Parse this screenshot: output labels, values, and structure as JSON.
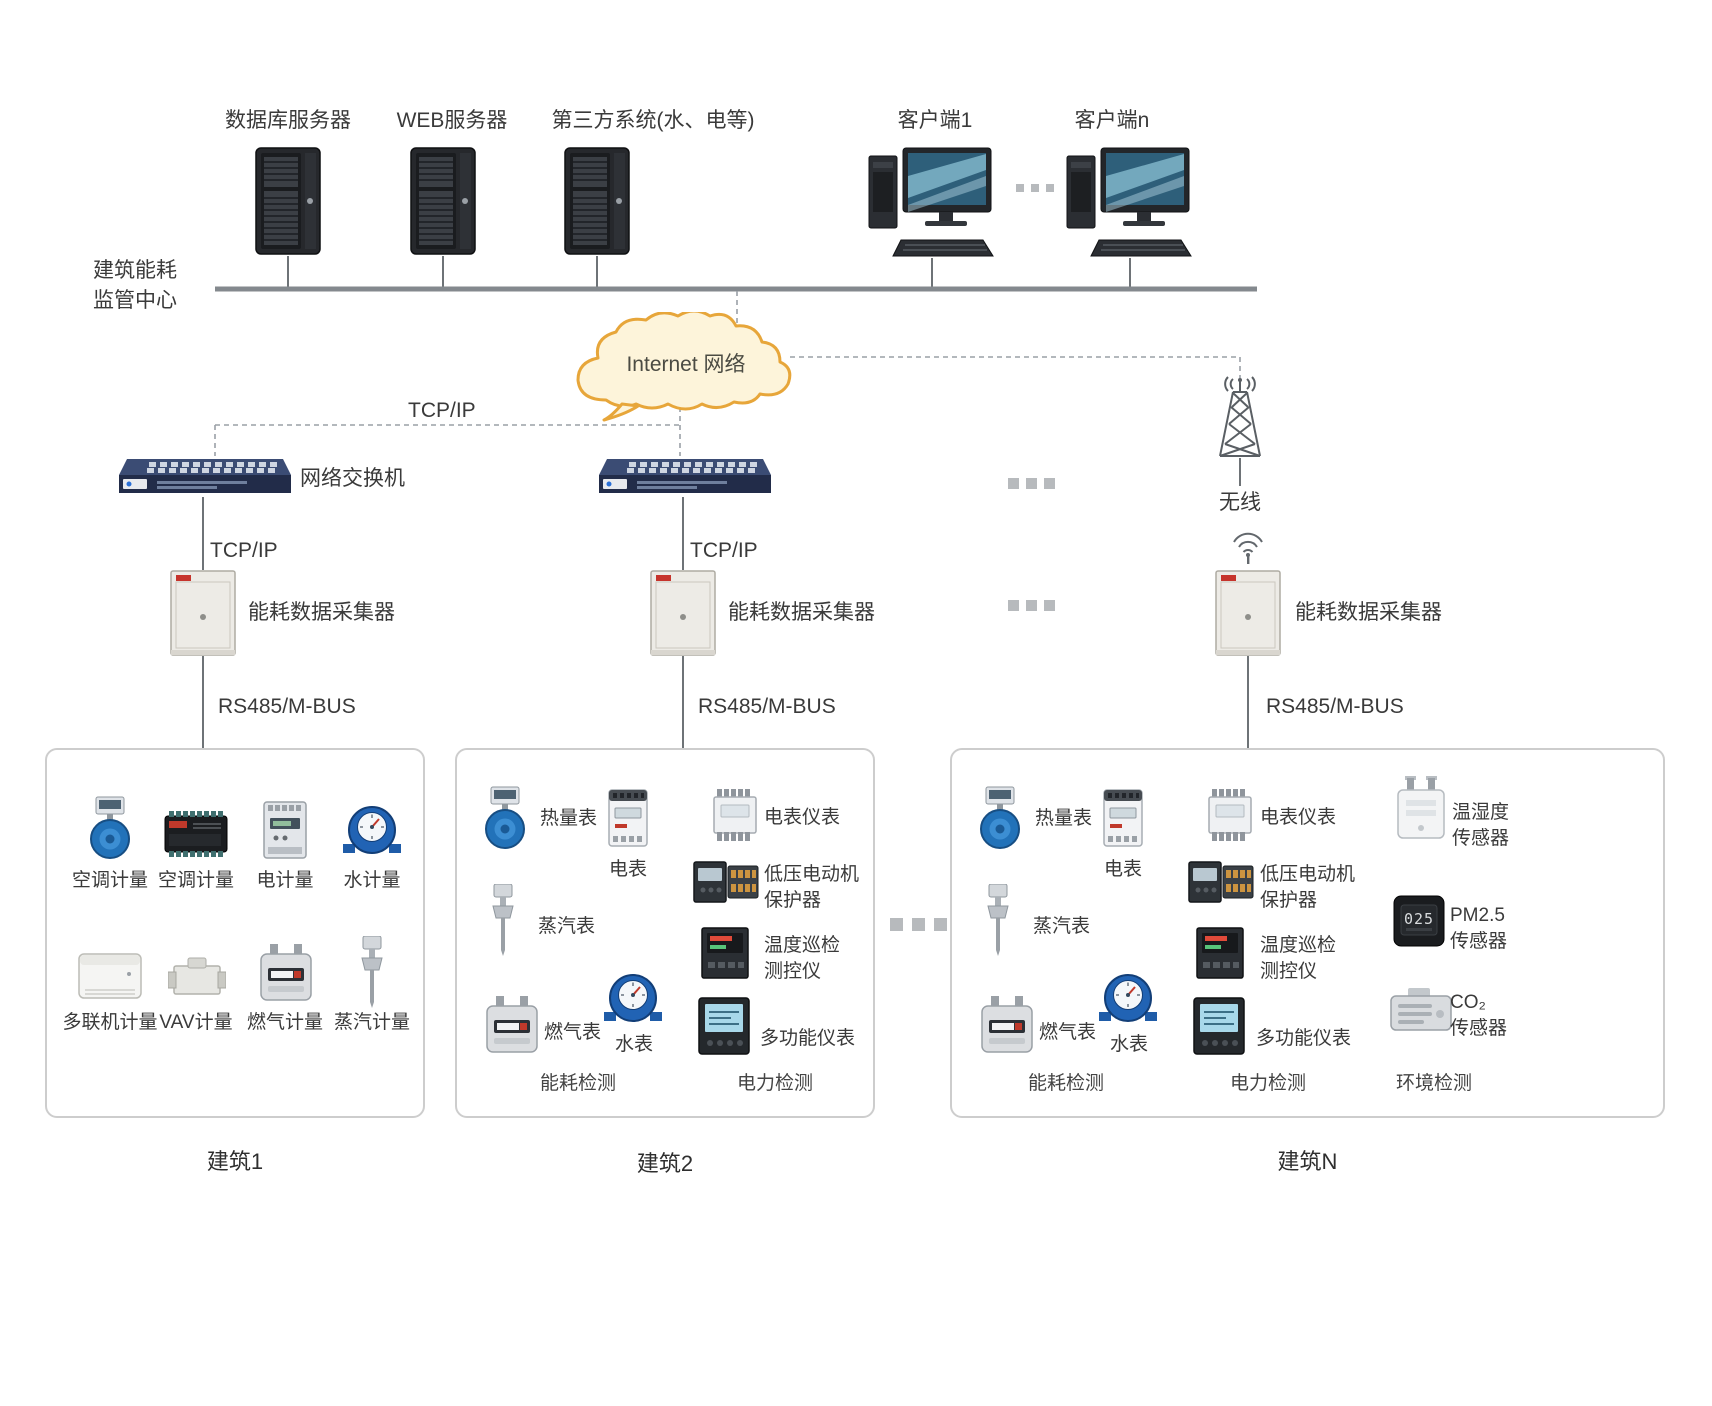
{
  "header": {
    "center_label": "建筑能耗\n监管中心",
    "servers": [
      {
        "label": "数据库服务器",
        "icon": "server-tower-icon"
      },
      {
        "label": "WEB服务器",
        "icon": "server-tower-icon"
      },
      {
        "label": "第三方系统(水、电等)",
        "icon": "server-tower-icon"
      }
    ],
    "clients": [
      {
        "label": "客户端1",
        "icon": "desktop-pc-icon"
      },
      {
        "label": "客户端n",
        "icon": "desktop-pc-icon"
      }
    ]
  },
  "network": {
    "internet": "Internet 网络",
    "tcpip_backbone": "TCP/IP",
    "switch_label": "网络交换机",
    "wireless": "无线",
    "tcpip_links": [
      "TCP/IP",
      "TCP/IP"
    ],
    "collector_labels": [
      "能耗数据采集器",
      "能耗数据采集器",
      "能耗数据采集器"
    ],
    "rs485_links": [
      "RS485/M-BUS",
      "RS485/M-BUS",
      "RS485/M-BUS"
    ],
    "colors": {
      "cloud_fill": "#fdf4da",
      "cloud_stroke": "#e7a63a",
      "bus_gray": "#84898e"
    }
  },
  "buildings": [
    {
      "name": "建筑1",
      "devices": [
        {
          "label": "空调计量",
          "icon": "flow-meter-icon"
        },
        {
          "label": "空调计量",
          "icon": "ac-controller-icon"
        },
        {
          "label": "电计量",
          "icon": "electric-meter-icon"
        },
        {
          "label": "水计量",
          "icon": "water-meter-icon"
        },
        {
          "label": "多联机计量",
          "icon": "multi-unit-icon"
        },
        {
          "label": "VAV计量",
          "icon": "vav-box-icon"
        },
        {
          "label": "燃气计量",
          "icon": "gas-meter-icon"
        },
        {
          "label": "蒸汽计量",
          "icon": "steam-meter-icon"
        }
      ]
    },
    {
      "name": "建筑2",
      "devices": [
        {
          "label": "热量表",
          "icon": "flow-meter-icon"
        },
        {
          "label": "电表",
          "icon": "din-meter-icon"
        },
        {
          "label": "电表仪表",
          "icon": "panel-meter-icon"
        },
        {
          "label": "蒸汽表",
          "icon": "steam-meter-icon"
        },
        {
          "label": "低压电动机\n保护器",
          "icon": "motor-protector-icon"
        },
        {
          "label": "温度巡检\n测控仪",
          "icon": "temp-scanner-icon"
        },
        {
          "label": "燃气表",
          "icon": "gas-meter-icon"
        },
        {
          "label": "水表",
          "icon": "water-meter-icon"
        },
        {
          "label": "多功能仪表",
          "icon": "multifunction-meter-icon"
        }
      ],
      "sections": [
        "能耗检测",
        "电力检测"
      ]
    },
    {
      "name": "建筑N",
      "devices": [
        {
          "label": "热量表",
          "icon": "flow-meter-icon"
        },
        {
          "label": "电表",
          "icon": "din-meter-icon"
        },
        {
          "label": "电表仪表",
          "icon": "panel-meter-icon"
        },
        {
          "label": "温湿度\n传感器",
          "icon": "temp-humidity-sensor-icon"
        },
        {
          "label": "蒸汽表",
          "icon": "steam-meter-icon"
        },
        {
          "label": "低压电动机\n保护器",
          "icon": "motor-protector-icon"
        },
        {
          "label": "PM2.5\n传感器",
          "icon": "pm25-sensor-icon"
        },
        {
          "label": "温度巡检\n测控仪",
          "icon": "temp-scanner-icon"
        },
        {
          "label": "燃气表",
          "icon": "gas-meter-icon"
        },
        {
          "label": "水表",
          "icon": "water-meter-icon"
        },
        {
          "label": "多功能仪表",
          "icon": "multifunction-meter-icon"
        },
        {
          "label": "CO₂\n传感器",
          "icon": "co2-sensor-icon"
        }
      ],
      "sections": [
        "能耗检测",
        "电力检测",
        "环境检测"
      ]
    }
  ],
  "pm25_display": "025"
}
